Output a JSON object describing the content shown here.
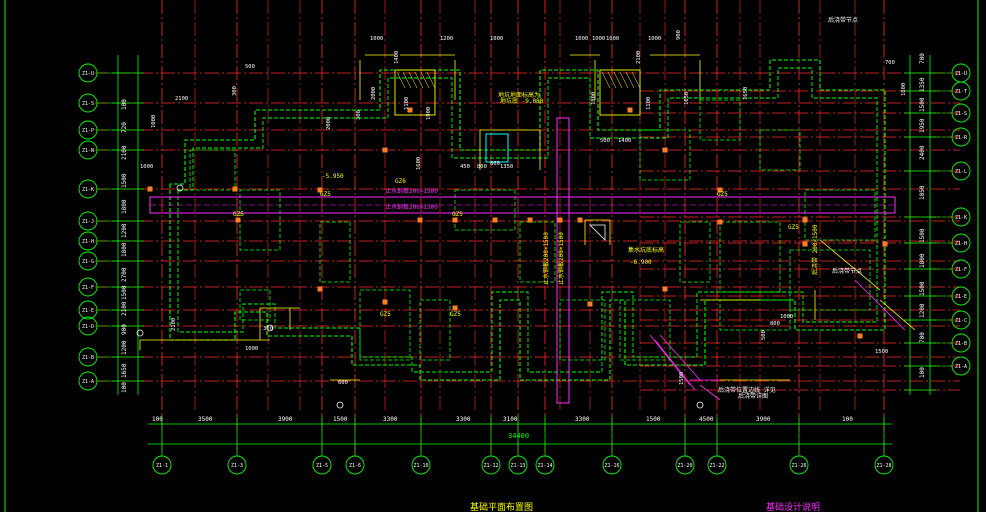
{
  "drawing": {
    "title": "基础平面布置图",
    "title2": "基础设计说明",
    "total_dim": "34400",
    "colors": {
      "background": "#000000",
      "axis": "#ff2a2a",
      "wall": "#00ff00",
      "dim": "#00ff00",
      "note_yellow": "#ffff00",
      "magenta": "#ff2aff",
      "cyan": "#00ffff",
      "column": "#ff7f27",
      "white": "#ffffff"
    }
  },
  "left_axes": [
    "Z1-U",
    "Z1-S",
    "Z1-P",
    "Z1-N",
    "Z1-K",
    "Z1-J",
    "Z1-H",
    "Z1-G",
    "Z1-F",
    "Z1-E",
    "Z1-D",
    "Z1-B",
    "Z1-A"
  ],
  "right_axes": [
    "Z1-U",
    "Z1-T",
    "Z1-S",
    "Z1-R",
    "Z1-L",
    "Z1-K",
    "Z1-H",
    "Z1-F",
    "Z1-E",
    "Z1-C",
    "Z1-B",
    "Z1-A"
  ],
  "bottom_axes": [
    "Z1-1",
    "Z1-3",
    "Z1-5",
    "Z1-6",
    "Z1-10",
    "Z1-12",
    "Z1-13",
    "Z1-14",
    "Z1-16",
    "Z1-20",
    "Z1-22",
    "Z1-26",
    "Z1-28"
  ],
  "bottom_dims": [
    "100",
    "3500",
    "3900",
    "1500",
    "3300",
    "3300",
    "3100",
    "3300",
    "1500",
    "4500",
    "3900",
    "100"
  ],
  "left_dims": [
    "100",
    "1650",
    "1200",
    "900",
    "2100",
    "1500",
    "2700",
    "1800",
    "1200",
    "1800",
    "1500",
    "2100",
    "720",
    "100"
  ],
  "right_dims": [
    "700",
    "1350",
    "1500",
    "1950",
    "2400",
    "1050",
    "1500",
    "1800",
    "1500",
    "1200",
    "700",
    "100"
  ],
  "labels": [
    {
      "text": "-5.950",
      "color": "yellow"
    },
    {
      "text": "地坑地面标高为",
      "color": "yellow"
    },
    {
      "text": "地坑底 -9.080",
      "color": "yellow"
    },
    {
      "text": "止水钢板200×1500",
      "color": "magenta"
    },
    {
      "text": "止水钢板200×1500",
      "color": "magenta"
    },
    {
      "text": "止水钢板200×1500",
      "color": "yellow"
    },
    {
      "text": "止水钢板200×1500",
      "color": "yellow"
    },
    {
      "text": "集水坑底标高",
      "color": "yellow"
    },
    {
      "text": "-6.900",
      "color": "yellow"
    },
    {
      "text": "后浇带节点",
      "color": "white"
    },
    {
      "text": "后浇带节点",
      "color": "white"
    },
    {
      "text": "后浇带位置边线 详见",
      "color": "white"
    },
    {
      "text": "后浇带详图",
      "color": "white"
    },
    {
      "text": "后浇带 200×1500",
      "color": "yellow"
    },
    {
      "text": "GZ6",
      "color": "yellow"
    },
    {
      "text": "GZ5",
      "color": "yellow"
    },
    {
      "text": "GZ5",
      "color": "yellow"
    },
    {
      "text": "GZ5",
      "color": "yellow"
    },
    {
      "text": "GZ5",
      "color": "yellow"
    },
    {
      "text": "GZ5",
      "color": "yellow"
    },
    {
      "text": "GZ5",
      "color": "yellow"
    },
    {
      "text": "GZ5",
      "color": "yellow"
    }
  ],
  "small_dims": [
    "1000",
    "1200",
    "1000",
    "1000",
    "1000",
    "900",
    "1650",
    "500",
    "2100",
    "1000",
    "450",
    "800",
    "1350",
    "800",
    "1400",
    "1100",
    "2000",
    "300",
    "2100",
    "1100",
    "1000",
    "1000",
    "800",
    "1000",
    "500",
    "1650",
    "700",
    "1800",
    "1000",
    "1900",
    "500",
    "1400",
    "300",
    "600",
    "1600",
    "1800",
    "1000",
    "2100",
    "2000",
    "1500",
    "300",
    "1500"
  ]
}
